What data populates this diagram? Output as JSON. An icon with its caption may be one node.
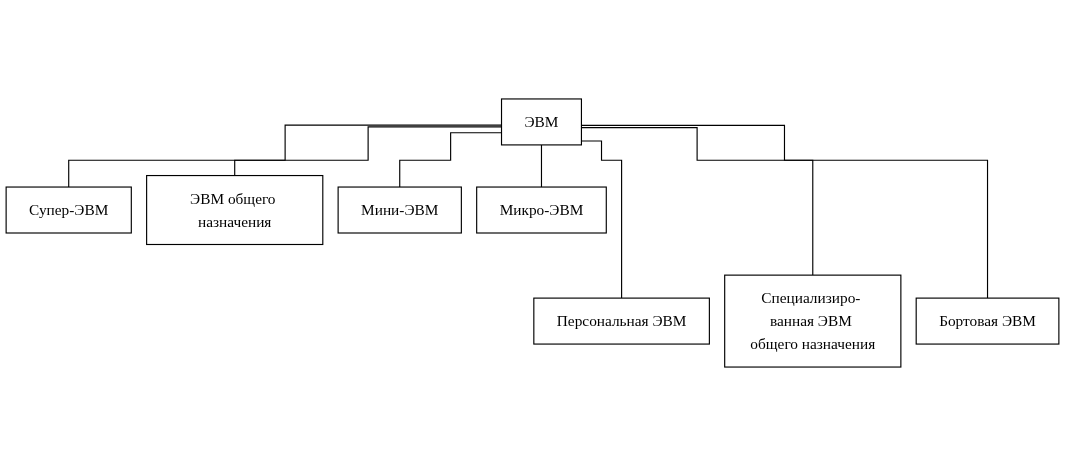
{
  "diagram": {
    "nodes": [
      {
        "text": [
          "ЭВМ"
        ]
      },
      {
        "text": [
          "Супер-ЭВМ"
        ]
      },
      {
        "text": [
          "Персональная ЭВМ"
        ]
      },
      {
        "text": [
          "ЭВМ общего назначения"
        ]
      },
      {
        "text": [
          "Специализиро- ванная ЭВМ общего назначения"
        ]
      },
      {
        "text": [
          "Мини-ЭВМ"
        ]
      },
      {
        "text": [
          "Бортовая ЭВМ"
        ]
      },
      {
        "text": [
          "Микро-ЭВМ"
        ]
      }
    ],
    "edges": [
      {
        "from": 0,
        "to": 1,
        "arrow": "none"
      },
      {
        "from": 0,
        "to": 2,
        "arrow": "none"
      },
      {
        "from": 0,
        "to": 3,
        "arrow": "none"
      },
      {
        "from": 0,
        "to": 4,
        "arrow": "none"
      },
      {
        "from": 0,
        "to": 5,
        "arrow": "none"
      },
      {
        "from": 0,
        "to": 6,
        "arrow": "none"
      },
      {
        "from": 0,
        "to": 7,
        "arrow": "none"
      }
    ]
  }
}
